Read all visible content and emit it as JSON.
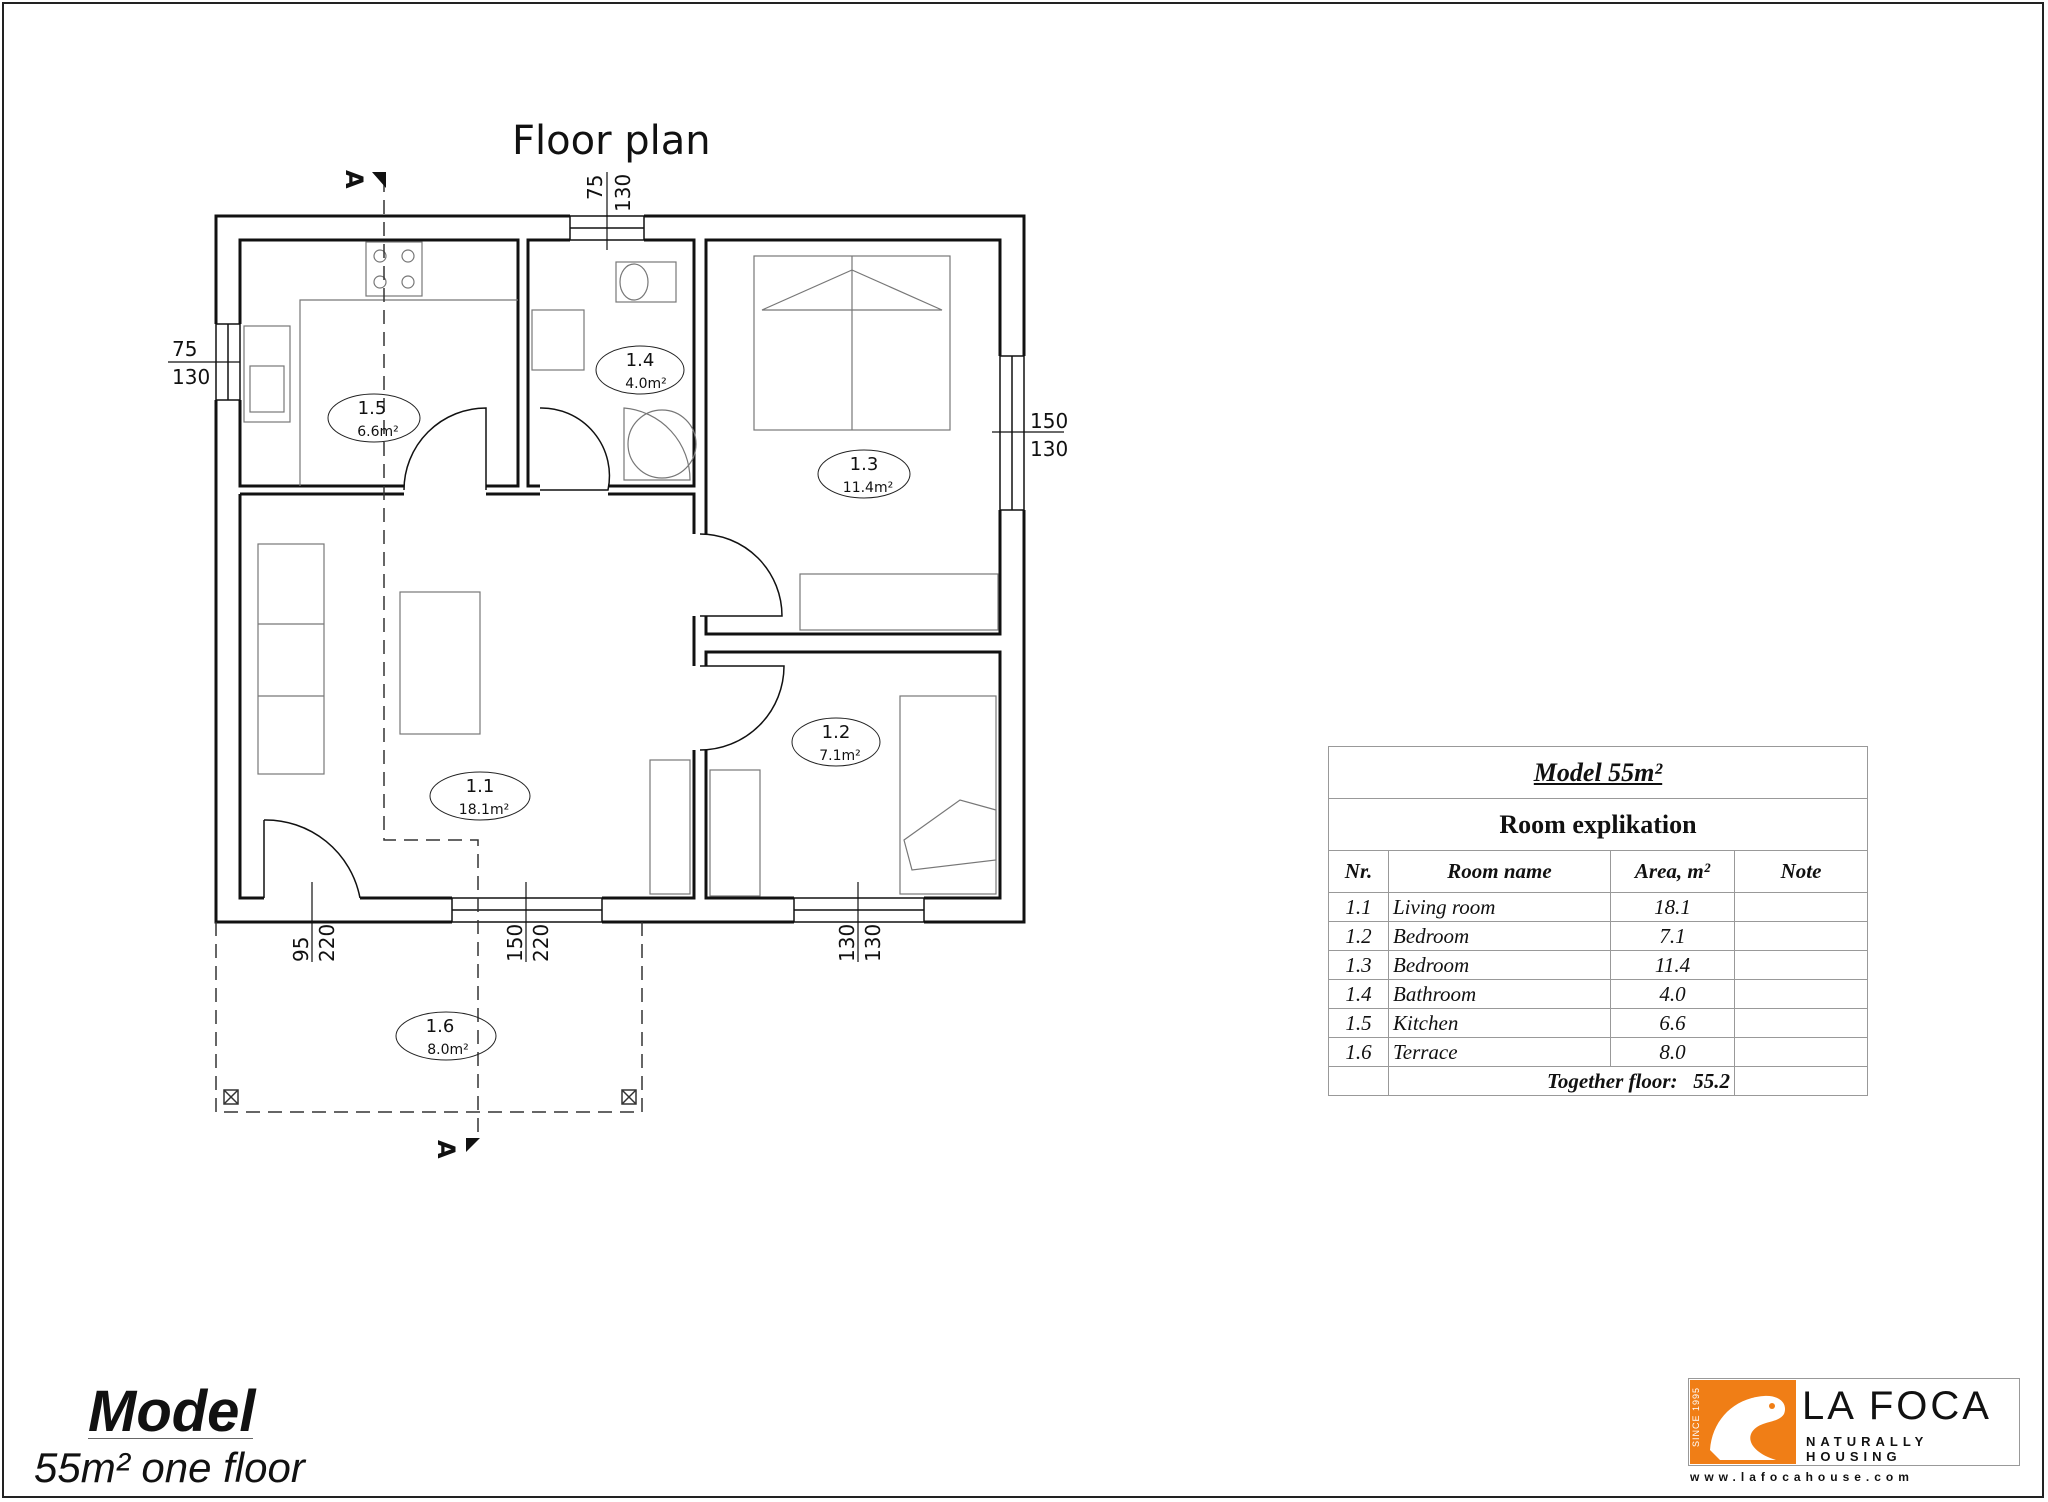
{
  "plan_title": "Floor plan",
  "section_marker": "A",
  "rooms": [
    {
      "nr": "1.1",
      "area": "18.1m²"
    },
    {
      "nr": "1.2",
      "area": "7.1m²"
    },
    {
      "nr": "1.3",
      "area": "11.4m²"
    },
    {
      "nr": "1.4",
      "area": "4.0m²"
    },
    {
      "nr": "1.5",
      "area": "6.6m²"
    },
    {
      "nr": "1.6",
      "area": "8.0m²"
    }
  ],
  "openings": {
    "top_window": [
      "75",
      "130"
    ],
    "left_window": [
      "75",
      "130"
    ],
    "right_window": [
      "150",
      "130"
    ],
    "bottom_door": [
      "95",
      "220"
    ],
    "bottom_glass_door": [
      "150",
      "220"
    ],
    "bottom_window": [
      "130",
      "130"
    ]
  },
  "table": {
    "title": "Model 55m²",
    "subtitle": "Room explikation",
    "headers": [
      "Nr.",
      "Room name",
      "Area, m²",
      "Note"
    ],
    "rows": [
      {
        "nr": "1.1",
        "name": "Living room",
        "area": "18.1",
        "note": ""
      },
      {
        "nr": "1.2",
        "name": "Bedroom",
        "area": "7.1",
        "note": ""
      },
      {
        "nr": "1.3",
        "name": "Bedroom",
        "area": "11.4",
        "note": ""
      },
      {
        "nr": "1.4",
        "name": "Bathroom",
        "area": "4.0",
        "note": ""
      },
      {
        "nr": "1.5",
        "name": "Kitchen",
        "area": "6.6",
        "note": ""
      },
      {
        "nr": "1.6",
        "name": "Terrace",
        "area": "8.0",
        "note": ""
      }
    ],
    "total_label": "Together floor:",
    "total_value": "55.2"
  },
  "model": {
    "title": "Model",
    "subtitle": "55m² one floor"
  },
  "logo": {
    "name": "LA FOCA",
    "tagline": "NATURALLY HOUSING",
    "url": "www.lafocahouse.com",
    "since": "SINCE 1995",
    "accent": "#f07e16"
  }
}
